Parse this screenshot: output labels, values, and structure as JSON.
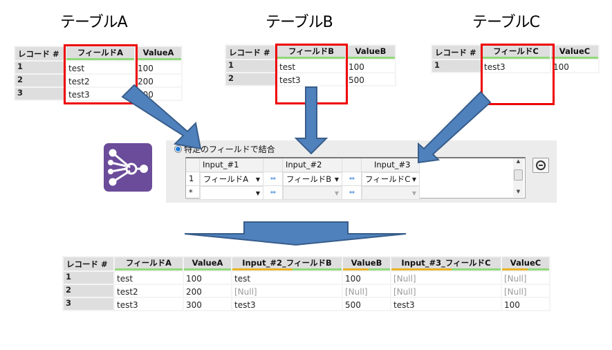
{
  "colors": {
    "arrow_fill": "#4f81bd",
    "arrow_stroke": "#385d8a",
    "highlight_box": "#ee0000",
    "header_underline_green": "#8fd97a",
    "header_underline_orange": "#e8b324",
    "icon_purple": "#6b4c9a",
    "null_text": "#9a9a9a"
  },
  "tables": {
    "a": {
      "title": "テーブルA",
      "headers": [
        "レコード #",
        "フィールドA",
        "ValueA"
      ],
      "rows": [
        [
          "1",
          "test",
          "100"
        ],
        [
          "2",
          "test2",
          "200"
        ],
        [
          "3",
          "test3",
          "300"
        ]
      ]
    },
    "b": {
      "title": "テーブルB",
      "headers": [
        "レコード #",
        "フィールドB",
        "ValueB"
      ],
      "rows": [
        [
          "1",
          "test",
          "100"
        ],
        [
          "2",
          "test3",
          "500"
        ]
      ]
    },
    "c": {
      "title": "テーブルC",
      "headers": [
        "レコード #",
        "フィールドC",
        "ValueC"
      ],
      "rows": [
        [
          "1",
          "test3",
          "100"
        ]
      ]
    }
  },
  "join_panel": {
    "icon": "join-multiple-icon",
    "radio_label": "特定のフィールドで結合",
    "column_headers": [
      "",
      "Input_#1",
      "",
      "Input_#2",
      "",
      "Input_#3"
    ],
    "rows": [
      {
        "index": "1",
        "input1": "フィールドA",
        "input2": "フィールドB",
        "input3": "フィールドC"
      },
      {
        "index": "*",
        "input1": "",
        "input2": "",
        "input3": ""
      }
    ],
    "swap_icon": "⇔",
    "remove_button_icon": "minus-circle-icon"
  },
  "result": {
    "headers": [
      "レコード #",
      "フィールドA",
      "ValueA",
      "Input_#2_フィールドB",
      "ValueB",
      "Input_#3_フィールドC",
      "ValueC"
    ],
    "rows": [
      [
        "1",
        "test",
        "100",
        "test",
        "100",
        "[Null]",
        "[Null]"
      ],
      [
        "2",
        "test2",
        "200",
        "[Null]",
        "[Null]",
        "[Null]",
        "[Null]"
      ],
      [
        "3",
        "test3",
        "300",
        "test3",
        "500",
        "test3",
        "100"
      ]
    ]
  }
}
